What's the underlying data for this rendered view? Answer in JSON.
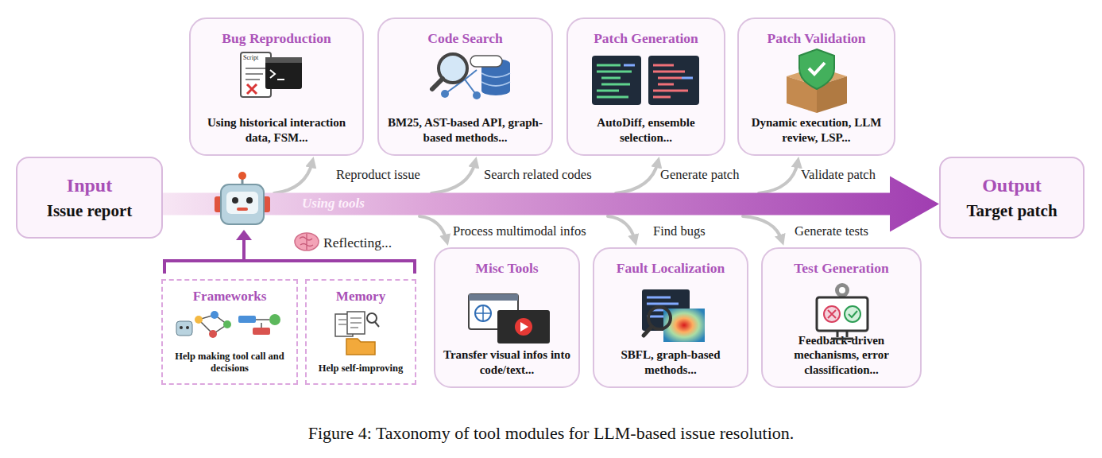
{
  "diagram": {
    "caption": "Figure 4: Taxonomy of tool modules for LLM-based issue resolution.",
    "nodes": [
      {
        "text": [
          "Input",
          "Issue report"
        ]
      },
      {
        "text": [
          "Bug Reproduction",
          "Using historical interaction data, FSM..."
        ]
      },
      {
        "text": [
          "Code Search",
          "BM25, AST-based API, graph-based methods..."
        ]
      },
      {
        "text": [
          "Patch Generation",
          "AutoDiff, ensemble selection..."
        ]
      },
      {
        "text": [
          "Patch Validation",
          "Dynamic execution, LLM review, LSP..."
        ]
      },
      {
        "text": [
          "Output",
          "Target patch"
        ]
      },
      {
        "text": [
          "Misc Tools",
          "Transfer visual infos into code/text..."
        ]
      },
      {
        "text": [
          "Fault Localization",
          "SBFL, graph-based methods..."
        ]
      },
      {
        "text": [
          "Test Generation",
          "Feedback-driven mechanisms, error classification..."
        ]
      },
      {
        "text": [
          "Frameworks",
          "Help making tool call and decisions"
        ]
      },
      {
        "text": [
          "Memory",
          "Help self-improving"
        ]
      }
    ],
    "edges": [
      {
        "from": 0,
        "to": 5,
        "arrow": "to",
        "label": "Using tools"
      }
    ],
    "labels": [
      "Reproduct issue",
      "Search related codes",
      "Generate patch",
      "Validate patch",
      "Process multimodal infos",
      "Find bugs",
      "Generate tests",
      "Reflecting...",
      "Script"
    ]
  }
}
